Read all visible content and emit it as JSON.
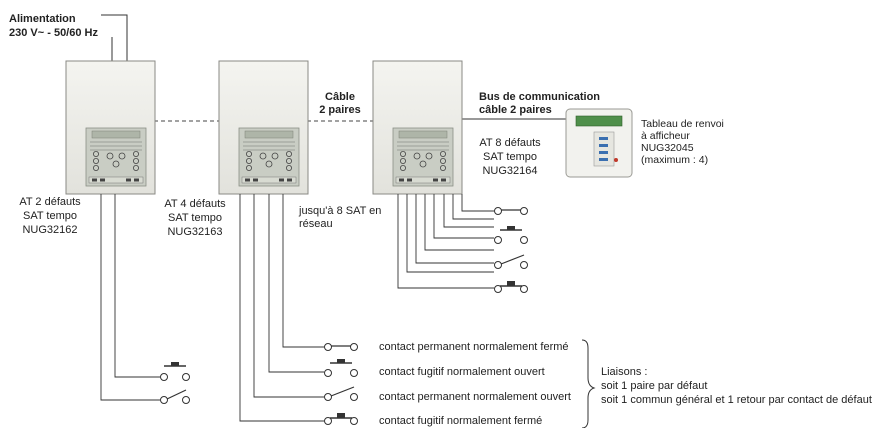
{
  "power": {
    "line1": "Alimentation",
    "line2": "230 V~ - 50/60 Hz"
  },
  "cable": {
    "line1": "Câble",
    "line2": "2 paires"
  },
  "bus": {
    "line1": "Bus de communication",
    "line2": "câble 2 paires"
  },
  "modules": [
    {
      "line1": "AT 2 défauts",
      "line2": "SAT tempo",
      "line3": "NUG32162"
    },
    {
      "line1": "AT 4 défauts",
      "line2": "SAT tempo",
      "line3": "NUG32163"
    },
    {
      "line1": "AT 8 défauts",
      "line2": "SAT tempo",
      "line3": "NUG32164"
    }
  ],
  "network_note": {
    "line1": "jusqu'à 8 SAT en",
    "line2": "réseau"
  },
  "panel": {
    "line1": "Tableau de renvoi",
    "line2": "à afficheur",
    "line3": "NUG32045",
    "line4": "(maximum : 4)"
  },
  "legend": [
    {
      "kind": "closed-permanent",
      "label": "contact permanent normalement fermé"
    },
    {
      "kind": "momentary-open",
      "label": "contact fugitif normalement ouvert"
    },
    {
      "kind": "open-permanent",
      "label": "contact permanent normalement ouvert"
    },
    {
      "kind": "momentary-closed",
      "label": "contact fugitif normalement fermé"
    }
  ],
  "links": {
    "title": "Liaisons :",
    "line1": "soit 1 paire par défaut",
    "line2": "soit 1 commun général et 1 retour par contact de défaut"
  }
}
